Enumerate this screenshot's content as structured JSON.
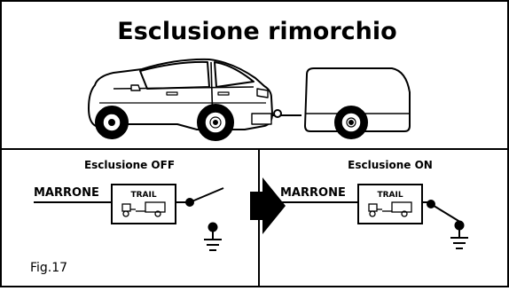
{
  "title": "Esclusione rimorchio",
  "fig_label": "Fig.17",
  "panels": [
    {
      "heading": "Esclusione OFF",
      "wire_label": "MARRONE",
      "box_label": "TRAIL",
      "switch_state": "open"
    },
    {
      "heading": "Esclusione ON",
      "wire_label": "MARRONE",
      "box_label": "TRAIL",
      "switch_state": "closed"
    }
  ],
  "colors": {
    "line": "#000000",
    "background": "#ffffff",
    "car_fill": "#ffffff"
  },
  "icons": [
    "car-icon",
    "trailer-icon",
    "tractor-trailer-icon",
    "ground-icon",
    "arrow-right-icon"
  ]
}
